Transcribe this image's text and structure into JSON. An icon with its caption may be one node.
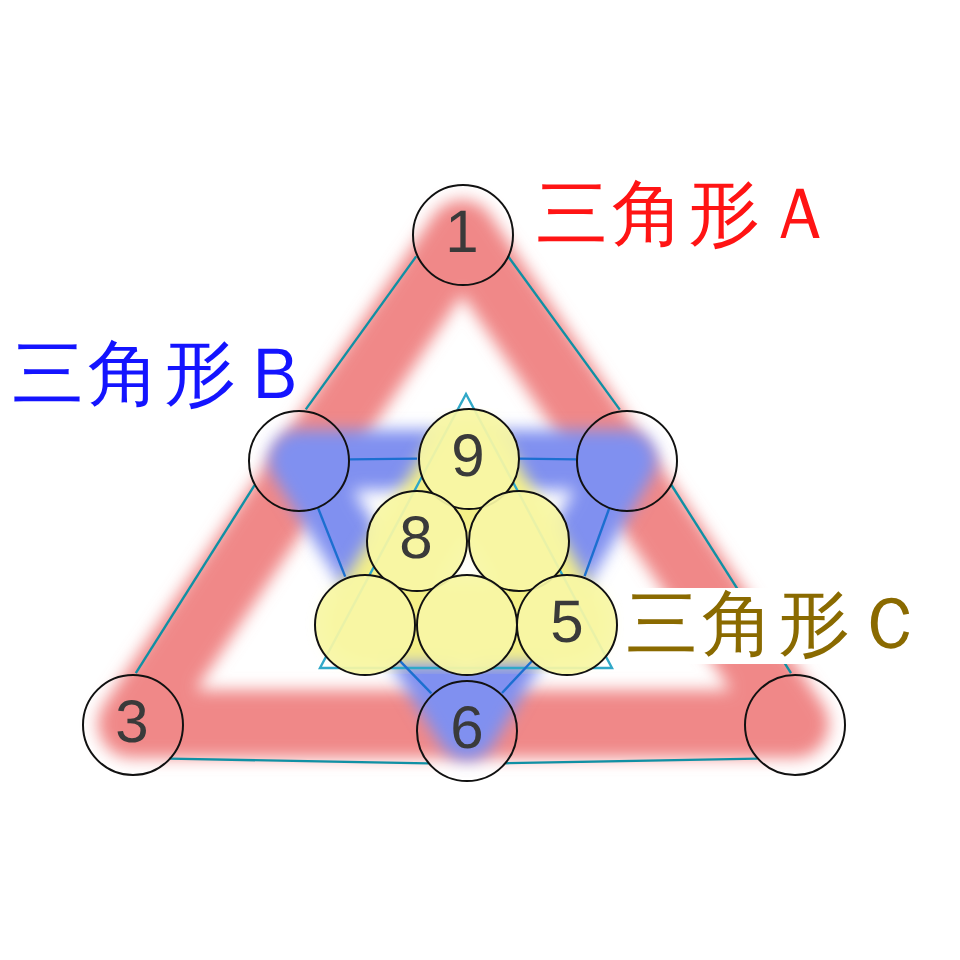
{
  "diagram": {
    "nodes": [
      {
        "text": [
          "1"
        ]
      },
      {
        "text": [],
        "shape": "circle"
      },
      {
        "text": [
          "9"
        ]
      },
      {
        "text": [],
        "shape": "circle"
      },
      {
        "text": [
          "8"
        ]
      },
      {
        "text": [],
        "shape": "circle"
      },
      {
        "text": [],
        "shape": "circle"
      },
      {
        "text": [],
        "shape": "circle"
      },
      {
        "text": [
          "5"
        ]
      },
      {
        "text": [
          "3"
        ]
      },
      {
        "text": [
          "6"
        ]
      },
      {
        "text": [],
        "shape": "circle"
      }
    ],
    "edges": [
      {
        "from": 0,
        "to": 1,
        "arrow": "none"
      },
      {
        "from": 1,
        "to": 9,
        "arrow": "none"
      },
      {
        "from": 9,
        "to": 10,
        "arrow": "none"
      },
      {
        "from": 10,
        "to": 11,
        "arrow": "none"
      },
      {
        "from": 11,
        "to": 3,
        "arrow": "none"
      },
      {
        "from": 3,
        "to": 0,
        "arrow": "none"
      },
      {
        "from": 1,
        "to": 2,
        "arrow": "none",
        "color": "#1c6fd0"
      },
      {
        "from": 2,
        "to": 3,
        "arrow": "none",
        "color": "#1c6fd0"
      },
      {
        "from": 3,
        "to": 8,
        "arrow": "none",
        "color": "#1c6fd0"
      },
      {
        "from": 8,
        "to": 10,
        "arrow": "none",
        "color": "#1c6fd0"
      },
      {
        "from": 10,
        "to": 6,
        "arrow": "none",
        "color": "#1c6fd0"
      },
      {
        "from": 6,
        "to": 1,
        "arrow": "none",
        "color": "#1c6fd0"
      }
    ],
    "labels": [
      "三角形Ａ",
      "三角形Ｂ",
      "三角形Ｃ"
    ]
  }
}
